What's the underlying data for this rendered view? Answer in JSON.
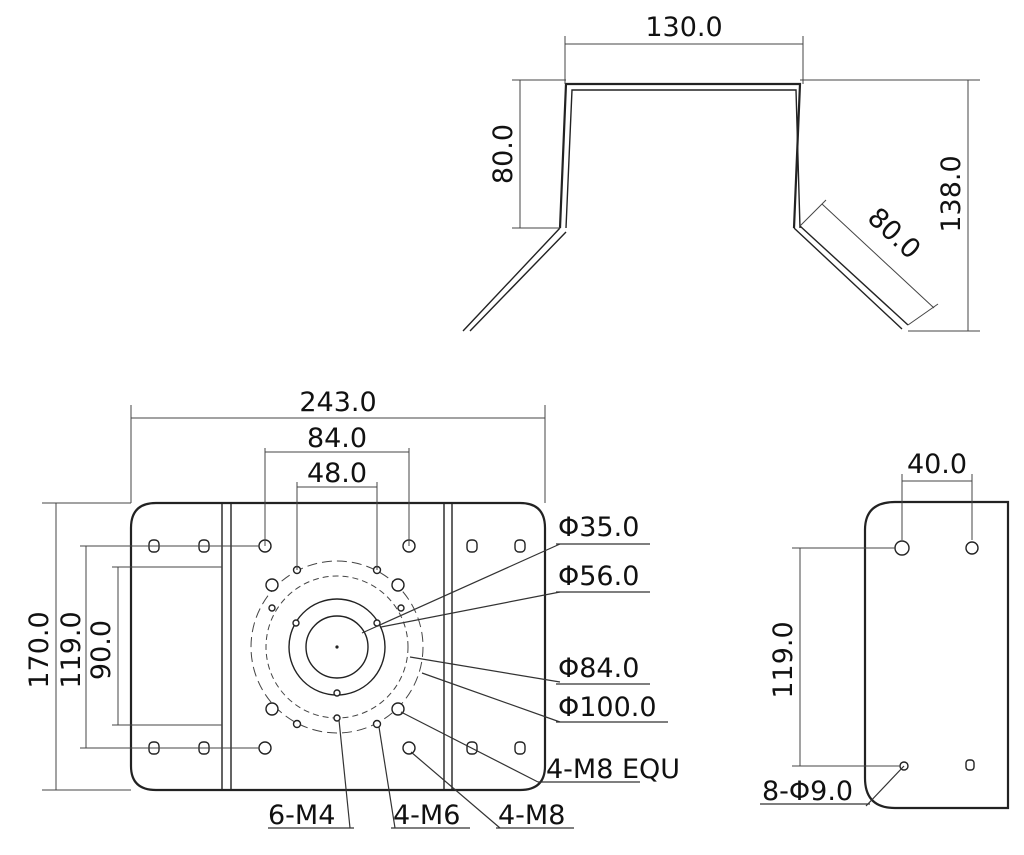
{
  "top_view": {
    "dim_width": "130.0",
    "dim_side_height": "80.0",
    "dim_total_height": "138.0",
    "dim_flange": "80.0"
  },
  "front_view": {
    "dim_overall_width": "243.0",
    "dim_outer_holes": "84.0",
    "dim_inner_holes": "48.0",
    "dim_height": "170.0",
    "dim_vertical_pitch": "119.0",
    "dim_slot_span": "90.0",
    "callouts": {
      "phi35": "Φ35.0",
      "phi56": "Φ56.0",
      "phi84": "Φ84.0",
      "phi100": "Φ100.0",
      "m8_equ": "4-M8 EQU",
      "m4": "6-M4",
      "m6": "4-M6",
      "m8": "4-M8"
    }
  },
  "side_view": {
    "dim_hole_spacing": "40.0",
    "dim_vertical_pitch": "119.0",
    "hole_callout": "8-Φ9.0"
  }
}
